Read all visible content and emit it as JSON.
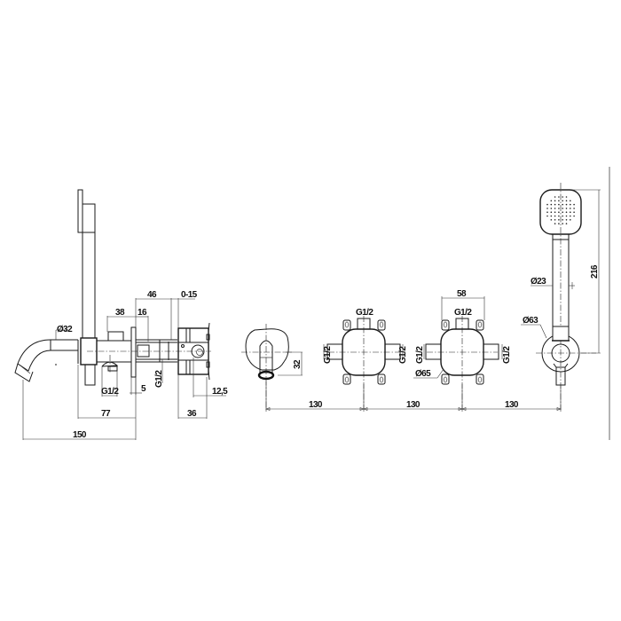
{
  "drawing": {
    "title": "Wall-mounted bath mixer with hand shower - technical dimension drawing",
    "units": "mm",
    "line_color": "#1a1a1a",
    "background": "#ffffff"
  },
  "side_view": {
    "spout_diameter": "Ø32",
    "dim_38": "38",
    "dim_16": "16",
    "dim_46": "46",
    "dim_0_15": "0-15",
    "thread_outlet": "G1/2",
    "thread_body": "G1/2",
    "dim_5": "5",
    "dim_12_5": "12,5",
    "dim_77": "77",
    "dim_36": "36",
    "dim_150": "150"
  },
  "front_views": {
    "spout_dim_32": "32",
    "spacing_1": "130",
    "spacing_2": "130",
    "spacing_3": "130",
    "box1": {
      "thread_top": "G1/2",
      "thread_left": "G1/2",
      "thread_right": "G1/2"
    },
    "box2": {
      "width": "58",
      "thread_top": "G1/2",
      "thread_left": "G1/2",
      "thread_right": "G1/2",
      "diameter": "Ø65"
    },
    "hand_shower": {
      "height": "216",
      "handle_diameter": "Ø23",
      "rosette_diameter": "Ø63"
    }
  }
}
